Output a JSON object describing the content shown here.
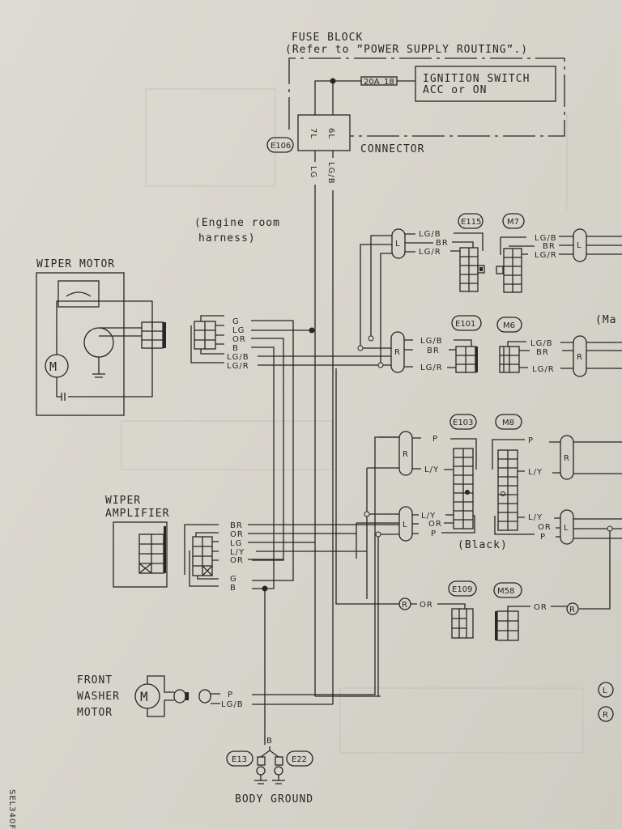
{
  "fuse_block": {
    "title": "FUSE BLOCK",
    "note": "(Refer to ”POWER SUPPLY ROUTING”.)",
    "fuse_rating": "20A",
    "fuse_number": "18"
  },
  "ignition_switch": {
    "line1": "IGNITION SWITCH",
    "line2": "ACC or ON"
  },
  "connector_e106": {
    "tag": "E106",
    "label": "CONNECTOR",
    "pin_left": "7L",
    "pin_right": "6L",
    "wire_left": "LG",
    "wire_right": "LG/B"
  },
  "harness_note": {
    "line1": "(Engine room",
    "line2": "harness)"
  },
  "wiper_motor": {
    "label": "WIPER MOTOR",
    "wires": [
      "G",
      "LG",
      "OR",
      "B",
      "LG/B",
      "LG/R"
    ]
  },
  "e115": {
    "tag": "E115",
    "side": "L",
    "wires": [
      "LG/B",
      "BR",
      "LG/R"
    ]
  },
  "m7": {
    "tag": "M7",
    "wires": [
      "LG/B",
      "BR",
      "LG/R"
    ]
  },
  "e101": {
    "tag": "E101",
    "side": "R",
    "wires": [
      "LG/B",
      "BR",
      "LG/R"
    ]
  },
  "m6": {
    "tag": "M6",
    "wires": [
      "LG/B",
      "BR",
      "LG/R"
    ]
  },
  "main_harness_partial": "(Ma",
  "e103": {
    "tag": "E103",
    "upper_wires": [
      "P",
      "L/Y"
    ],
    "lower_wires": [
      "L/Y",
      "OR",
      "P"
    ],
    "color": "(Black)"
  },
  "m8": {
    "tag": "M8",
    "upper_wires": [
      "P",
      "L/Y"
    ],
    "lower_wires": [
      "L/Y",
      "OR",
      "P"
    ]
  },
  "e109": {
    "tag": "E109",
    "wire": "OR",
    "side": "R"
  },
  "m58": {
    "tag": "M58",
    "wire": "OR",
    "side": "R"
  },
  "wiper_amplifier": {
    "line1": "WIPER",
    "line2": "AMPLIFIER",
    "wires": [
      "BR",
      "OR",
      "LG",
      "L/Y",
      "OR",
      "G",
      "B"
    ]
  },
  "washer_motor": {
    "line1": "FRONT",
    "line2": "WASHER",
    "line3": "MOTOR",
    "wires": [
      "P",
      "LG/B"
    ]
  },
  "ground": {
    "wire": "B",
    "tag_left": "E13",
    "tag_right": "E22",
    "label": "BODY GROUND"
  },
  "legend": {
    "left": "L",
    "right": "R"
  },
  "figure_code": "SEL340F"
}
